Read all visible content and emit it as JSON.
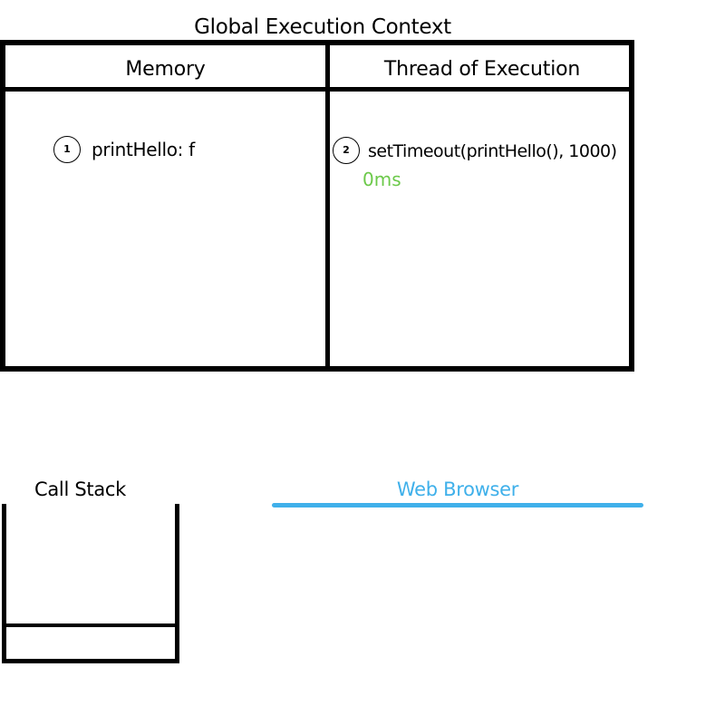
{
  "global_execution_context": {
    "title": "Global Execution Context",
    "memory_header": "Memory",
    "thread_header": "Thread of Execution",
    "memory_entries": [
      {
        "step": "1",
        "text": "printHello: f"
      }
    ],
    "thread_entries": [
      {
        "step": "2",
        "text": "setTimeout(printHello(), 1000)"
      }
    ],
    "timer": "0ms"
  },
  "call_stack": {
    "label": "Call Stack"
  },
  "web_browser": {
    "label": "Web Browser"
  },
  "colors": {
    "timer": "#6cc94a",
    "web_browser": "#3fb0ea",
    "lines": "#000000"
  }
}
